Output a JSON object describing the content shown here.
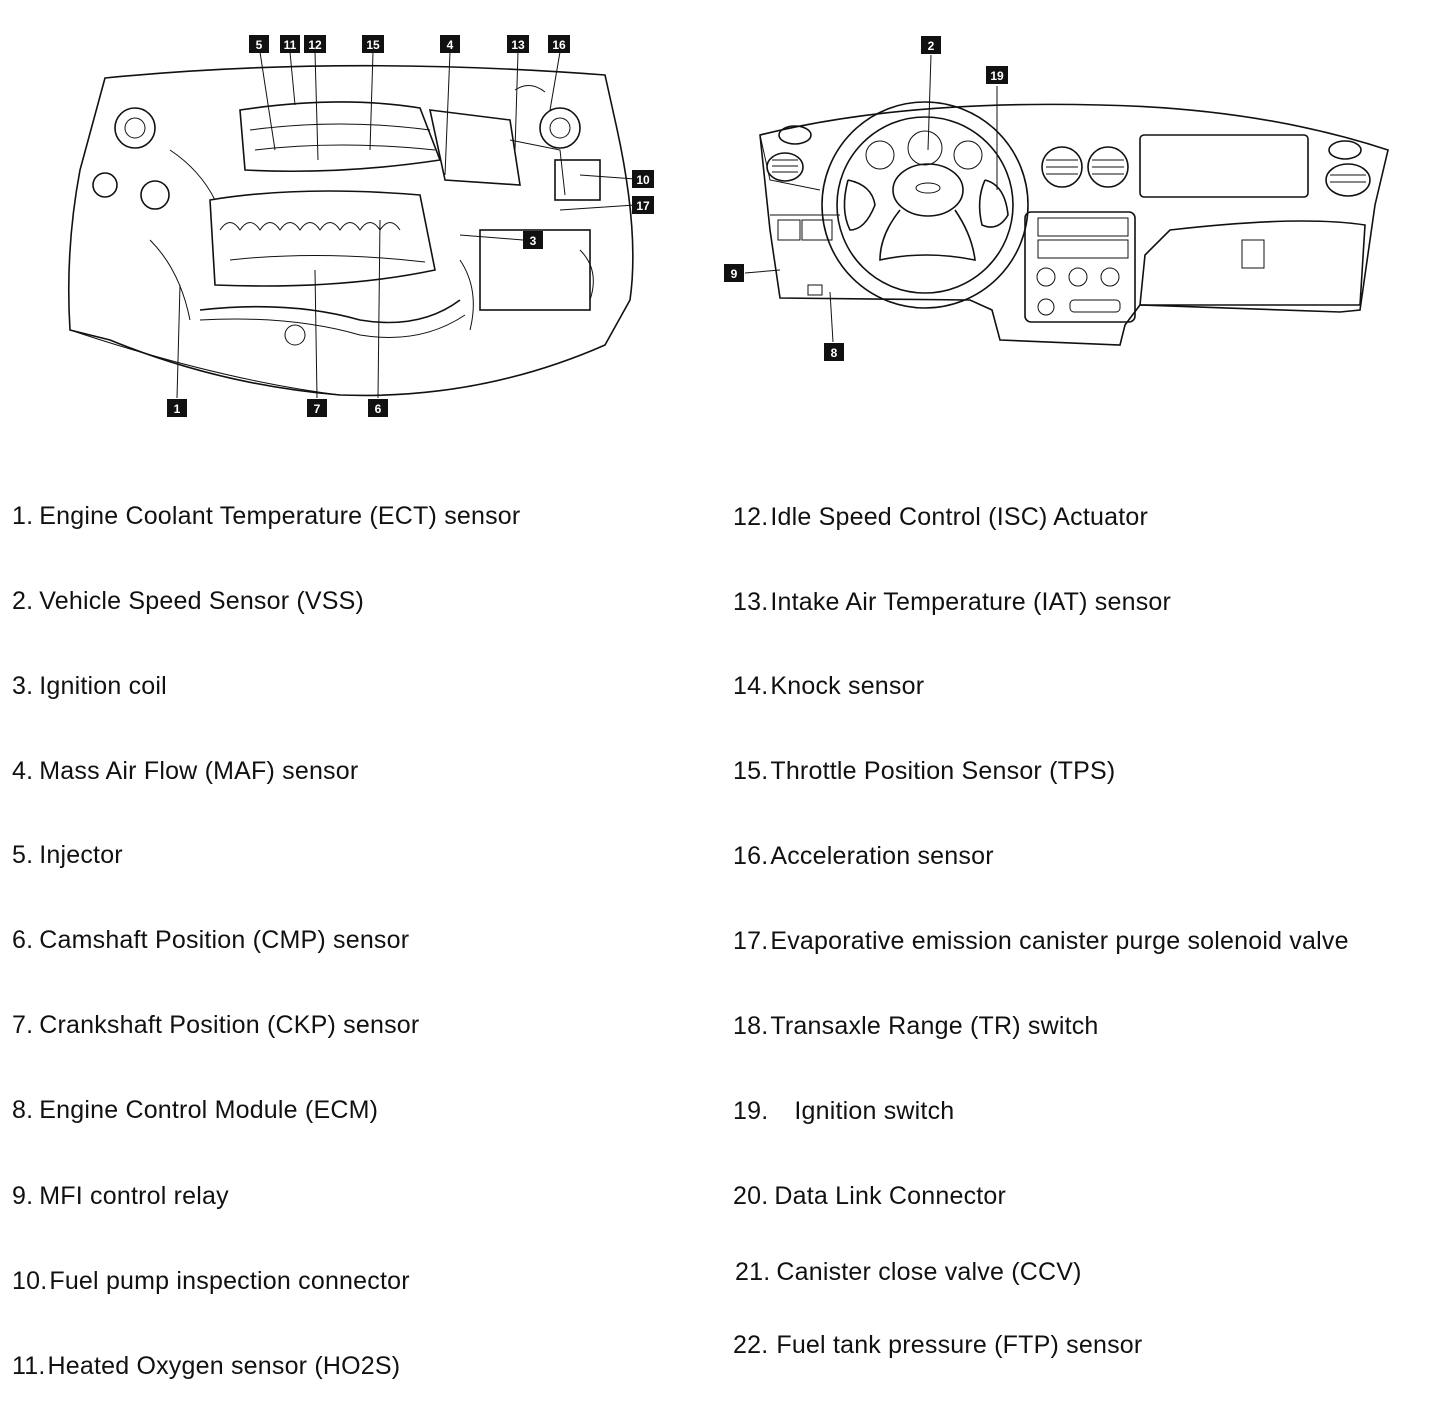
{
  "engine_callouts": [
    "5",
    "11",
    "12",
    "15",
    "4",
    "13",
    "16",
    "10",
    "17",
    "3",
    "1",
    "7",
    "6"
  ],
  "dash_callouts": [
    "2",
    "19",
    "9",
    "8"
  ],
  "legend_left": [
    {
      "num": "1.",
      "text": "Engine Coolant Temperature (ECT) sensor"
    },
    {
      "num": "2.",
      "text": "Vehicle Speed Sensor (VSS)"
    },
    {
      "num": "3.",
      "text": "Ignition coil"
    },
    {
      "num": "4.",
      "text": "Mass Air Flow (MAF) sensor"
    },
    {
      "num": "5.",
      "text": "Injector"
    },
    {
      "num": "6.",
      "text": "Camshaft Position (CMP) sensor"
    },
    {
      "num": "7.",
      "text": "Crankshaft Position (CKP) sensor"
    },
    {
      "num": "8.",
      "text": "Engine Control Module (ECM)"
    },
    {
      "num": "9.",
      "text": "MFI control relay"
    },
    {
      "num": "10.",
      "text": "Fuel pump inspection connector"
    },
    {
      "num": "11.",
      "text": "Heated Oxygen sensor (HO2S)"
    }
  ],
  "legend_right": [
    {
      "num": "12.",
      "text": "Idle Speed Control (ISC) Actuator"
    },
    {
      "num": "13.",
      "text": "Intake Air Temperature (IAT) sensor"
    },
    {
      "num": "14.",
      "text": "Knock sensor"
    },
    {
      "num": "15.",
      "text": "Throttle Position Sensor (TPS)"
    },
    {
      "num": "16.",
      "text": "Acceleration sensor"
    },
    {
      "num": "17.",
      "text": "Evaporative emission canister purge solenoid valve"
    },
    {
      "num": "18.",
      "text": "Transaxle Range (TR) switch"
    },
    {
      "num": "19.",
      "text": "Ignition switch"
    },
    {
      "num": "20.",
      "text": "Data Link Connector"
    },
    {
      "num": "21.",
      "text": "Canister close valve (CCV)"
    },
    {
      "num": "22.",
      "text": "Fuel tank pressure (FTP) sensor"
    }
  ]
}
